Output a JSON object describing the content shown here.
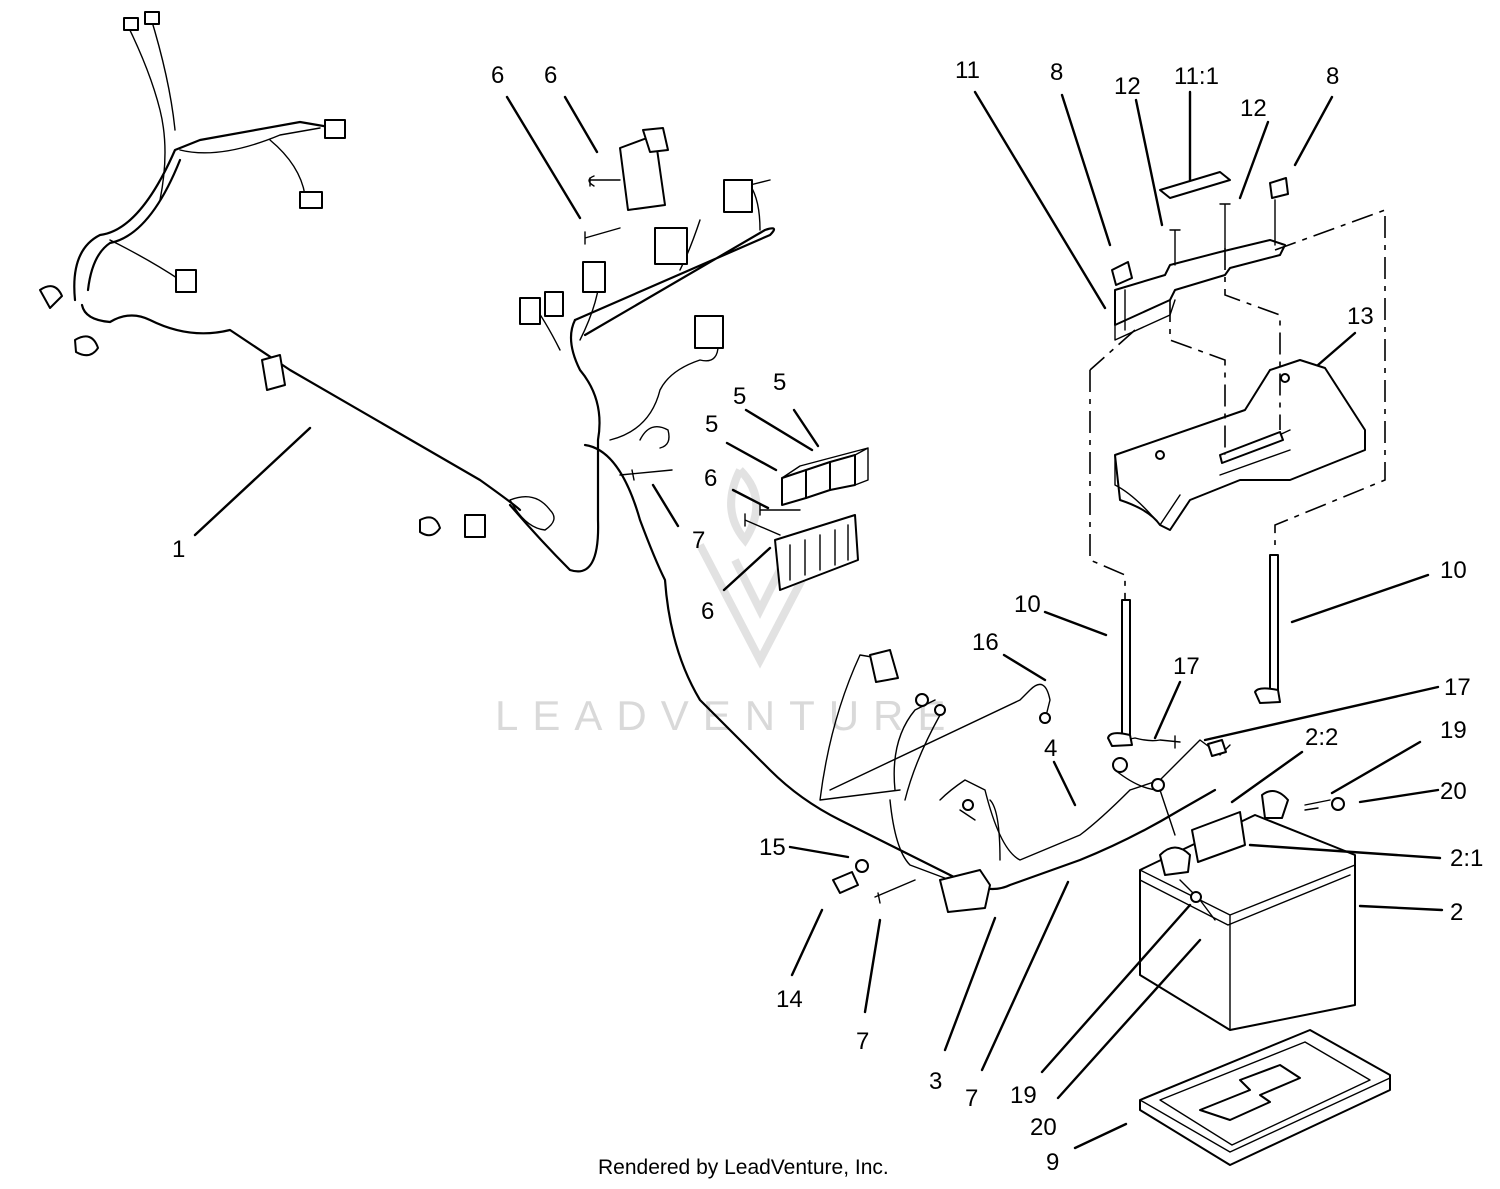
{
  "watermark": {
    "text": "LEADVENTURE"
  },
  "footer": {
    "text": "Rendered by LeadVenture, Inc."
  },
  "callouts": {
    "c1": "1",
    "c2": "2",
    "c2_1": "2:1",
    "c2_2": "2:2",
    "c3": "3",
    "c4": "4",
    "c5a": "5",
    "c5b": "5",
    "c5c": "5",
    "c6a": "6",
    "c6b": "6",
    "c6c": "6",
    "c6d": "6",
    "c7a": "7",
    "c7b": "7",
    "c7c": "7",
    "c8a": "8",
    "c8b": "8",
    "c9": "9",
    "c10a": "10",
    "c10b": "10",
    "c11": "11",
    "c11_1": "11:1",
    "c12a": "12",
    "c12b": "12",
    "c13": "13",
    "c14": "14",
    "c15": "15",
    "c16": "16",
    "c17a": "17",
    "c17b": "17",
    "c19a": "19",
    "c19b": "19",
    "c20a": "20",
    "c20b": "20"
  }
}
